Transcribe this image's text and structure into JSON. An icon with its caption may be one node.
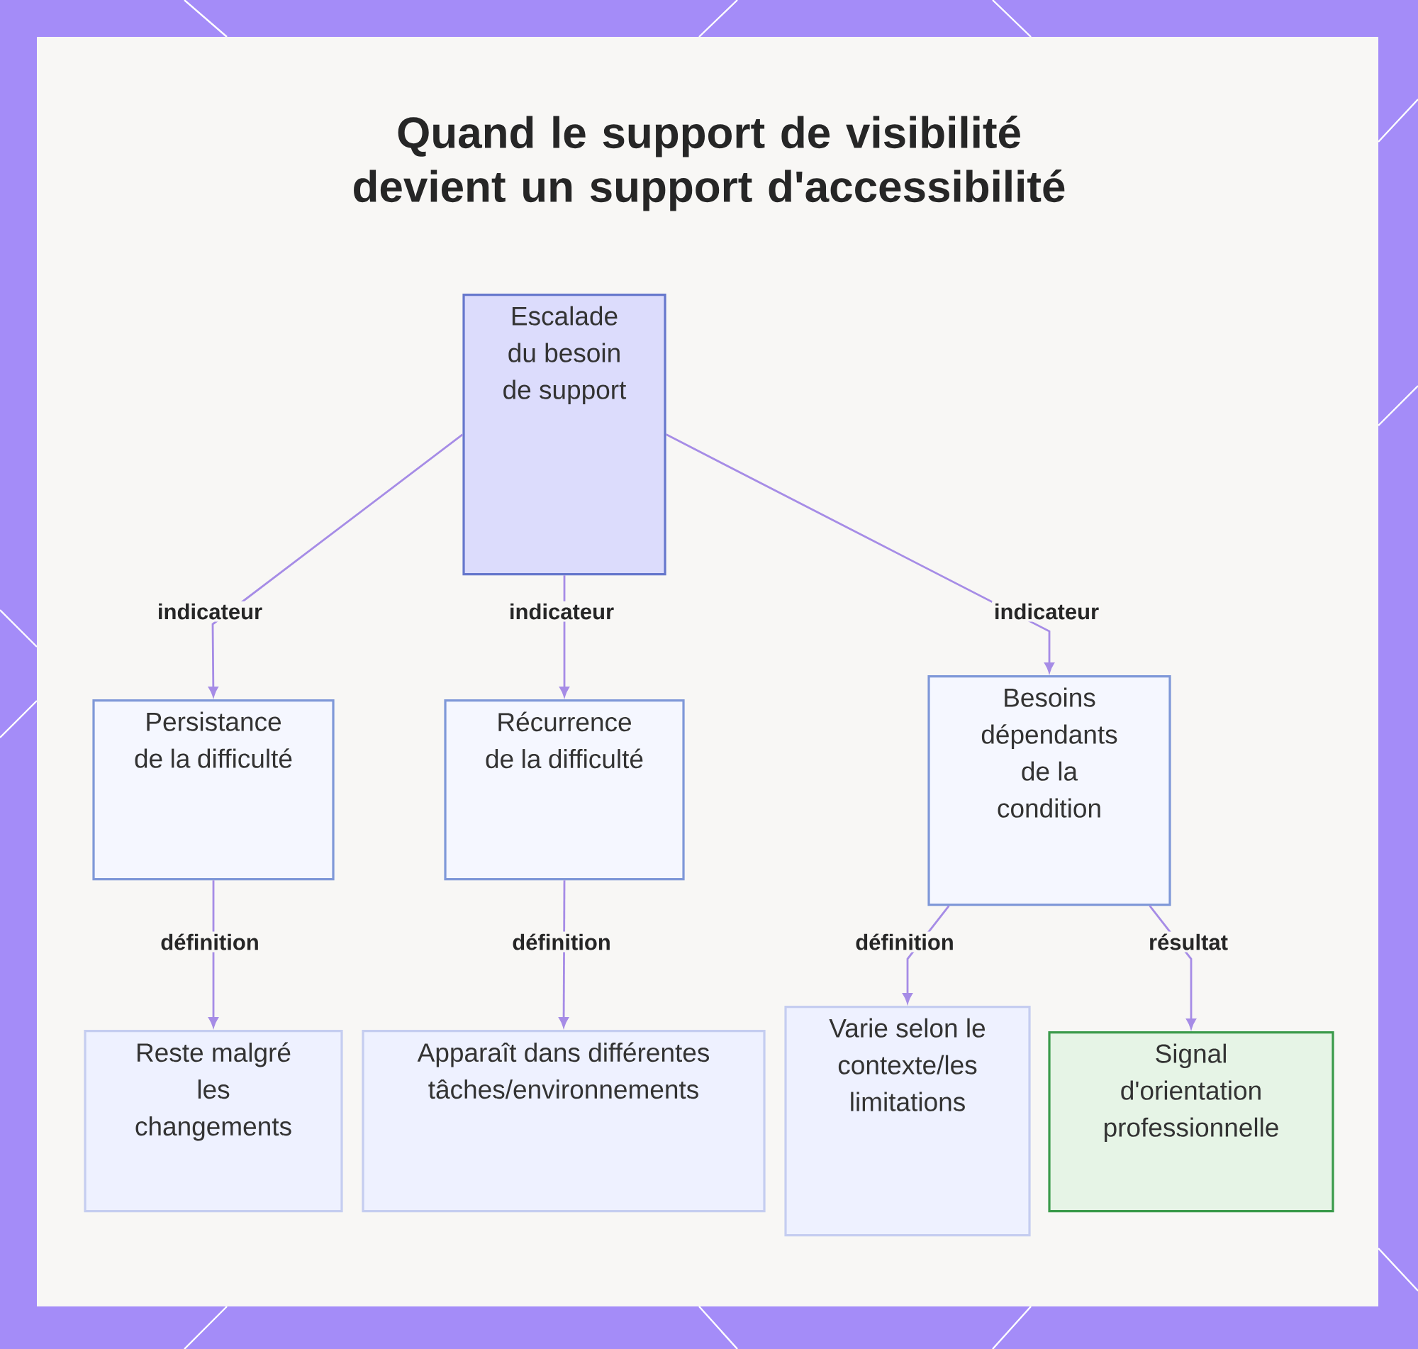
{
  "diagram": {
    "title": "Quand le support de visibilité devient un support d'accessibilité",
    "nodes": [
      {
        "text": [
          "Escalade du besoin de support"
        ]
      },
      {
        "text": [
          "Persistance de la difficulté"
        ]
      },
      {
        "text": [
          "Récurrence de la difficulté"
        ]
      },
      {
        "text": [
          "Besoins dépendants de la condition"
        ]
      },
      {
        "text": [
          "Reste malgré les changements"
        ]
      },
      {
        "text": [
          "Apparaît dans différentes tâches/environnements"
        ]
      },
      {
        "text": [
          "Varie selon le contexte/les limitations"
        ]
      },
      {
        "text": [
          "Signal d'orientation professionnelle"
        ]
      }
    ],
    "edges": [
      {
        "from": 0,
        "to": 1,
        "arrow": "to",
        "label": "indicateur"
      },
      {
        "from": 0,
        "to": 2,
        "arrow": "to",
        "label": "indicateur"
      },
      {
        "from": 0,
        "to": 3,
        "arrow": "to",
        "label": "indicateur"
      },
      {
        "from": 1,
        "to": 4,
        "arrow": "to",
        "label": "définition"
      },
      {
        "from": 2,
        "to": 5,
        "arrow": "to",
        "label": "définition"
      },
      {
        "from": 3,
        "to": 6,
        "arrow": "to",
        "label": "définition"
      },
      {
        "from": 3,
        "to": 7,
        "arrow": "to",
        "label": "résultat"
      }
    ]
  }
}
